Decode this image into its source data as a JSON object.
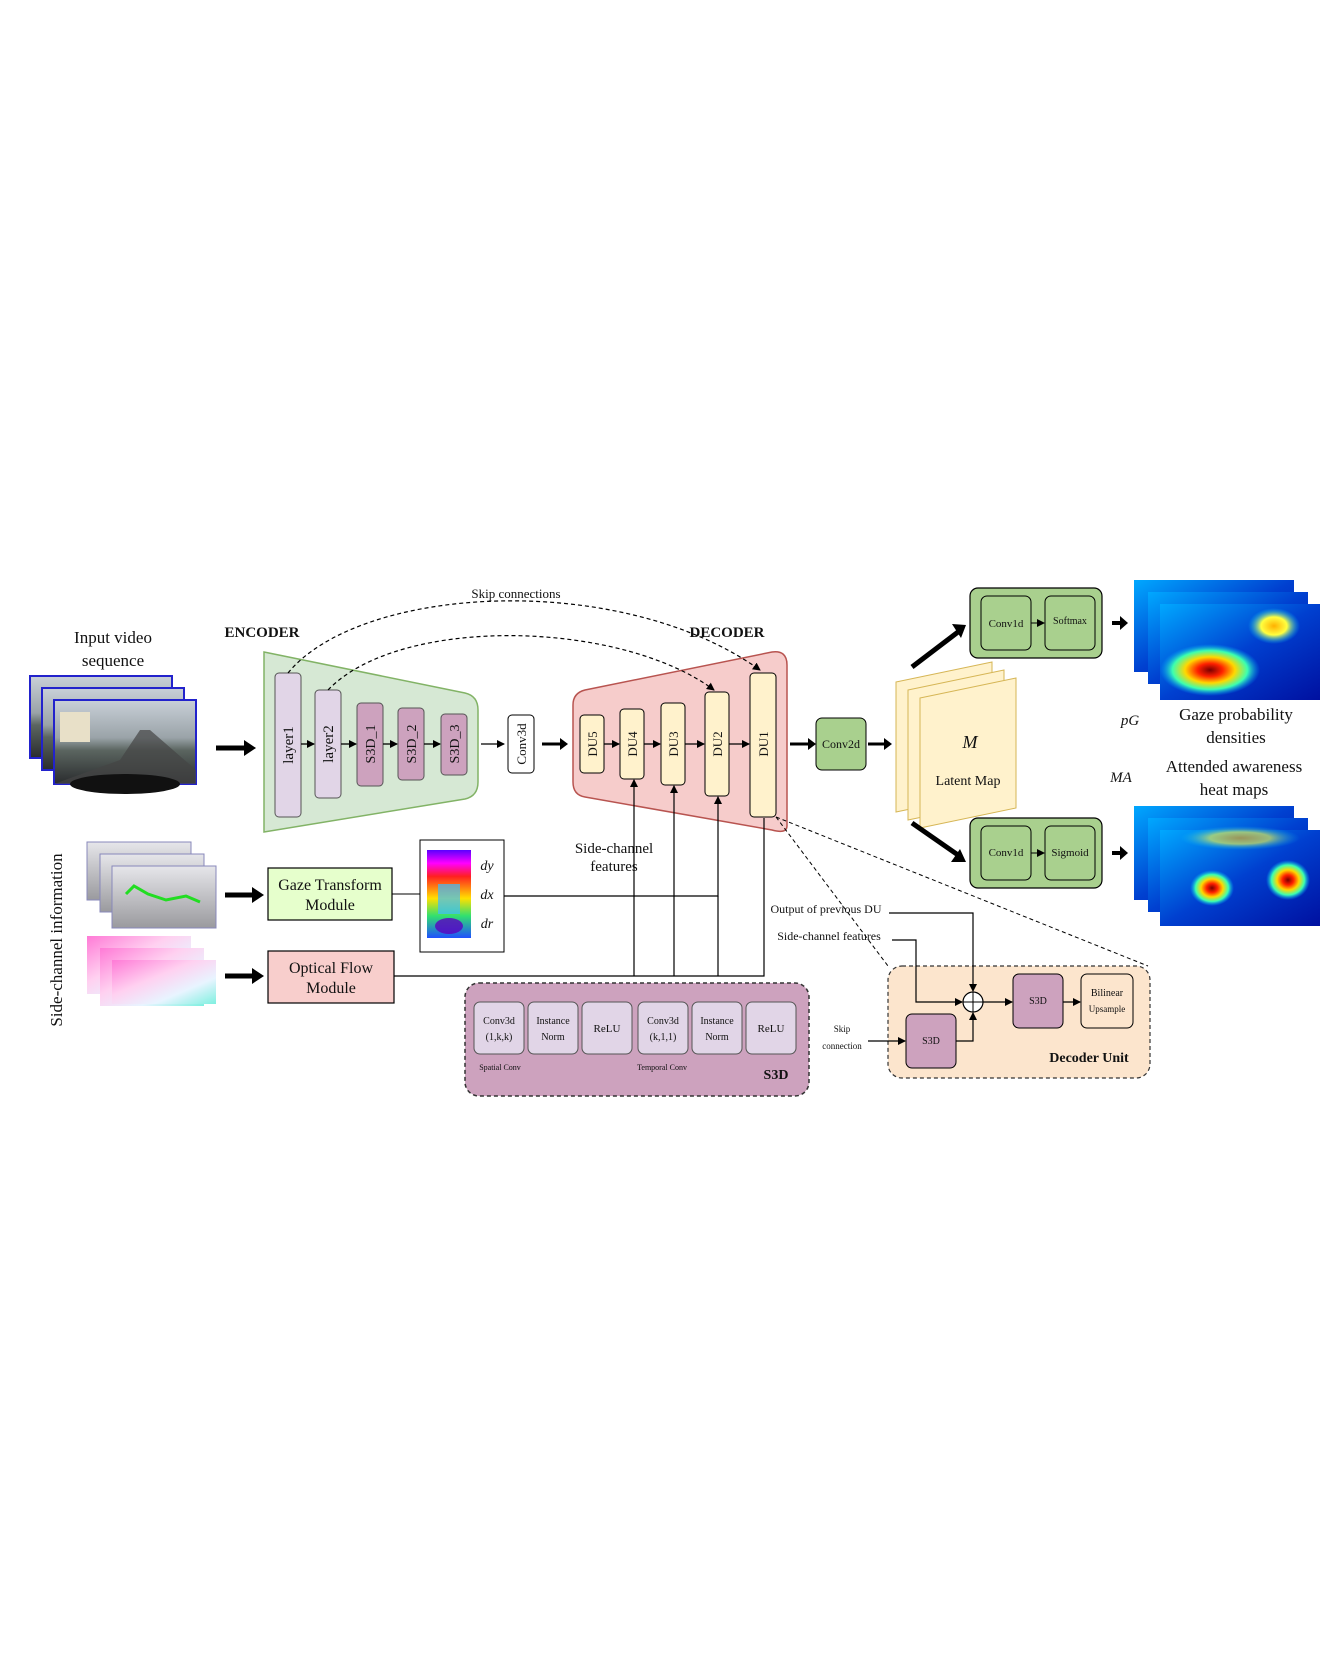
{
  "top": {
    "skip_connections": "Skip connections",
    "encoder": "ENCODER",
    "decoder": "DECODER"
  },
  "input": {
    "line1": "Input video",
    "line2": "sequence"
  },
  "encoder_blocks": [
    "layer1",
    "layer2",
    "S3D_1",
    "S3D_2",
    "S3D_3"
  ],
  "conv3d": "Conv3d",
  "decoder_blocks": [
    "DU5",
    "DU4",
    "DU3",
    "DU2",
    "DU1"
  ],
  "conv2d": "Conv2d",
  "latent": {
    "symbol": "M",
    "label": "Latent Map"
  },
  "head_top": {
    "a": "Conv1d",
    "b": "Softmax"
  },
  "head_bottom": {
    "a": "Conv1d",
    "b": "Sigmoid"
  },
  "outputs": {
    "pg_symbol": "pG",
    "pg_line1": "Gaze probability",
    "pg_line2": "densities",
    "ma_symbol": "MA",
    "ma_line1": "Attended awareness",
    "ma_line2": "heat maps"
  },
  "side": {
    "vertical": "Side-channel information",
    "gaze_line1": "Gaze Transform",
    "gaze_line2": "Module",
    "flow_line1": "Optical Flow",
    "flow_line2": "Module",
    "dy": "dy",
    "dx": "dx",
    "dr": "dr",
    "features_line1": "Side-channel",
    "features_line2": "features"
  },
  "s3d": {
    "title": "S3D",
    "cells": [
      {
        "l1": "Conv3d",
        "l2": "(1,k,k)"
      },
      {
        "l1": "Instance",
        "l2": "Norm"
      },
      {
        "l1": "ReLU",
        "l2": ""
      },
      {
        "l1": "Conv3d",
        "l2": "(k,1,1)"
      },
      {
        "l1": "Instance",
        "l2": "Norm"
      },
      {
        "l1": "ReLU",
        "l2": ""
      }
    ],
    "spatial": "Spatial Conv",
    "temporal": "Temporal Conv"
  },
  "decoder_unit": {
    "title": "Decoder Unit",
    "prev_du": "Output of previous DU",
    "side_features": "Side-channel features",
    "skip_l1": "Skip",
    "skip_l2": "connection",
    "s3d_a": "S3D",
    "s3d_b": "S3D",
    "bilinear_l1": "Bilinear",
    "bilinear_l2": "Upsample"
  },
  "colors": {
    "encoder_fill": "#d6e8d4",
    "encoder_stroke": "#82b366",
    "decoder_fill": "#f6cccb",
    "decoder_stroke": "#b85450",
    "layer_fill": "#e1d5e7",
    "s3d_fill": "#cda2be",
    "du_fill": "#fff2cc",
    "green_box": "#a9d08e",
    "latent_fill": "#fff2cc",
    "gaze_module": "#e6ffcc",
    "flow_module": "#f8cecc",
    "du_panel": "#fce5cd"
  }
}
